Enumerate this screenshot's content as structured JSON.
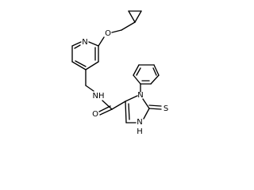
{
  "molecule": {
    "atoms": {
      "n_pyridine": "N",
      "o_ether": "O",
      "nh_amide": "NH",
      "o_carbonyl": "O",
      "n_imidazole": "N",
      "nh_imidazole": "N",
      "h_imidazole": "H",
      "s_thione": "S"
    },
    "colors": {
      "bond": "#000000",
      "label": "#000000",
      "background": "#ffffff"
    }
  }
}
